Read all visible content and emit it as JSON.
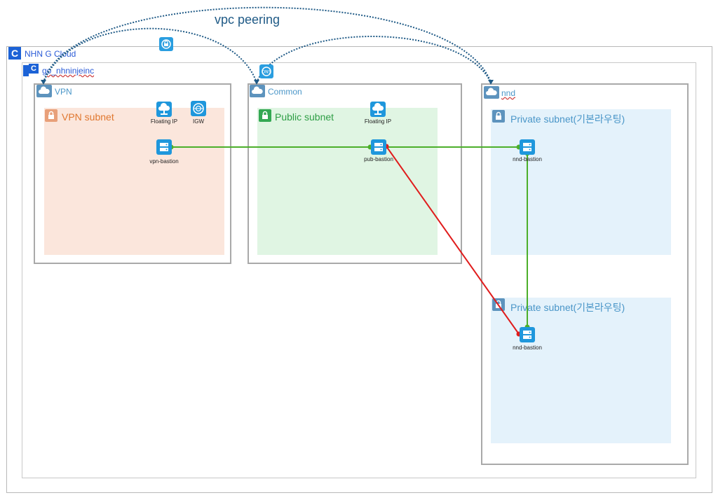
{
  "diagram": {
    "peering_label": "vpc peering",
    "cloud_label": "NHN G Cloud",
    "org_label": "go_nhninjeinc",
    "vpcs": {
      "vpn": "VPN",
      "common": "Common",
      "nnd": "nnd"
    },
    "subnets": {
      "vpn": "VPN subnet",
      "public": "Public subnet",
      "private1": "Private subnet(기본라우팅)",
      "private2": "Private subnet(기본라우팅)"
    },
    "nodes": {
      "vpn_floating_ip": "Floating IP",
      "igw": "IGW",
      "vpn_bastion": "vpn-bastion",
      "pub_floating_ip": "Floating IP",
      "pub_bastion": "pub-bastion",
      "nnd_bastion_1": "nnd-bastion",
      "nnd_bastion_2": "nnd-bastion"
    },
    "colors": {
      "cloud_blue": "#1c62d6",
      "vpc_label": "#4a96c8",
      "vpn_subnet": "#fbe6dc",
      "public_subnet": "#e0f5e3",
      "private_subnet": "#e4f2fb",
      "link_green": "#4caf2a",
      "link_red": "#e01c1c",
      "peering_blue": "#1f5a86"
    }
  }
}
